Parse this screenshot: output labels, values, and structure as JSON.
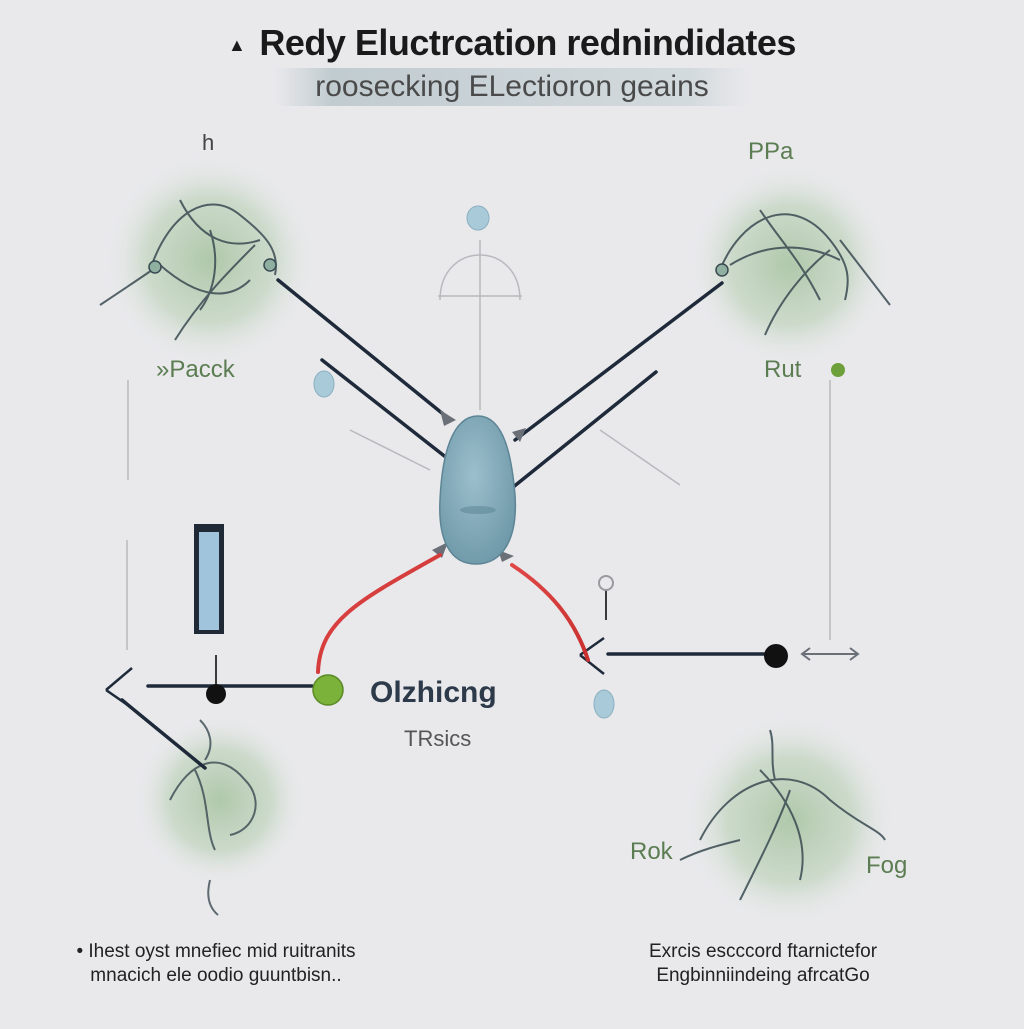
{
  "title": {
    "mark": "▲",
    "text": "Redy Eluctrcation rednindidates"
  },
  "subtitle": "roosecking    ELectioron  geains",
  "labels": {
    "top_left_mark": "h",
    "top_right": "PPa",
    "left_cluster": "»Pacck",
    "right_cluster": "Rut",
    "center_main": "Olzhicng",
    "center_sub": "TRsics",
    "bottom_left_cluster": "Rok",
    "bottom_right_cluster": "Fog"
  },
  "footnotes": {
    "left": [
      "• Ihest oyst mnefiec mid ruitranits",
      "mnacich ele oodio guuntbisn.."
    ],
    "right": [
      "Exrcis escccord ftarnictefor",
      "Engbinniindeing afrcatGo"
    ]
  },
  "colors": {
    "background": "#e9e9ec",
    "node_glow": "#8fb38a",
    "center_blob": "#7fa6b5",
    "link_dark": "#1e2a3a",
    "link_red": "#d23a3a",
    "accent_green": "#7bb23a"
  }
}
